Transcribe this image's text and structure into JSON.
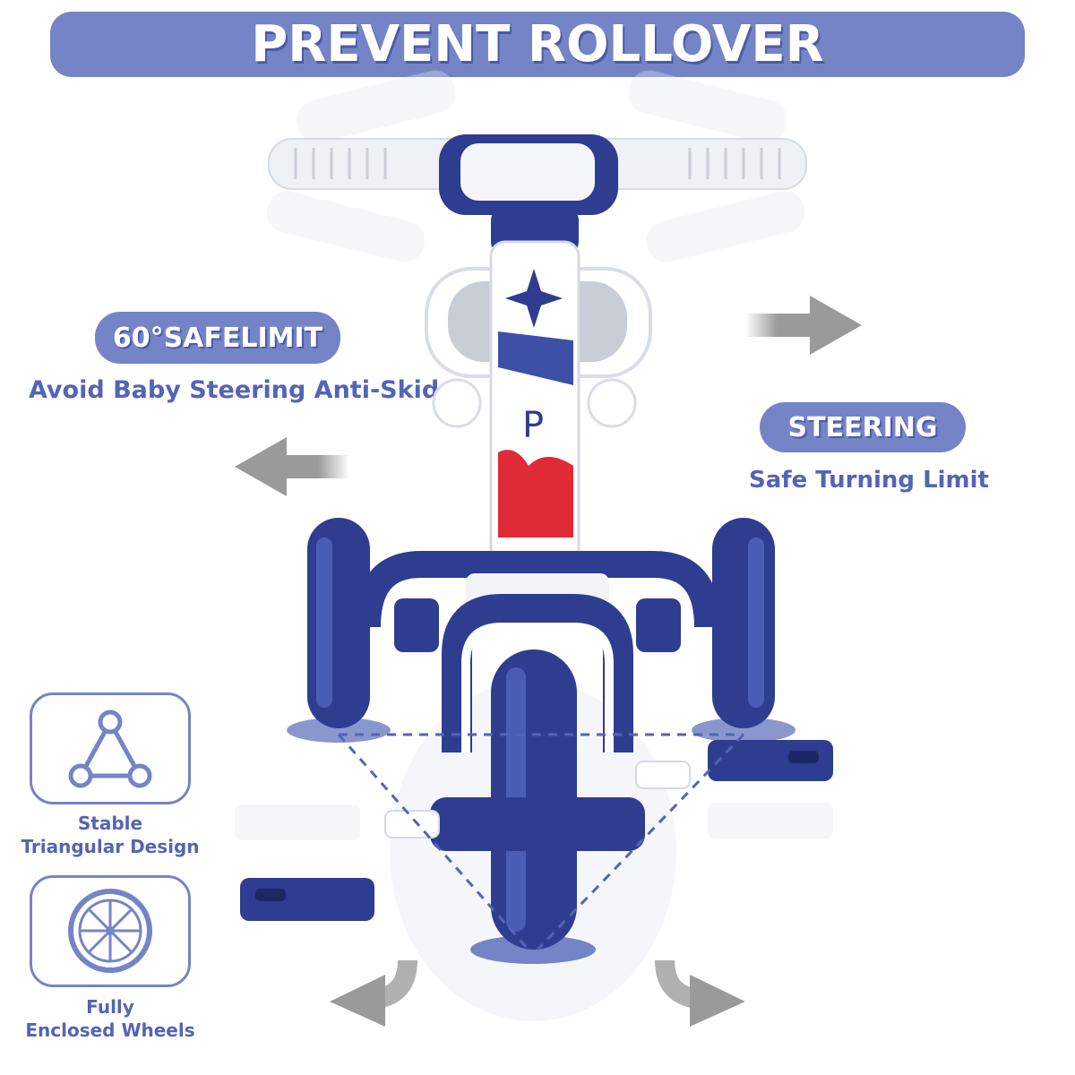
{
  "banner": {
    "title": "PREVENT ROLLOVER"
  },
  "left_callout": {
    "badge": "60°SAFELIMIT",
    "caption": "Avoid Baby Steering Anti-Skid"
  },
  "right_callout": {
    "badge": "STEERING",
    "caption": "Safe Turning Limit"
  },
  "features": [
    {
      "line1": "Stable",
      "line2": "Triangular Design",
      "icon": "triangle-icon"
    },
    {
      "line1": "Fully",
      "line2": "Enclosed Wheels",
      "icon": "wheel-icon"
    }
  ],
  "colors": {
    "accent": "#7584c6",
    "navy": "#2e3d8f",
    "red": "#e02a35",
    "arrow_gray": "#9a9a9a"
  }
}
